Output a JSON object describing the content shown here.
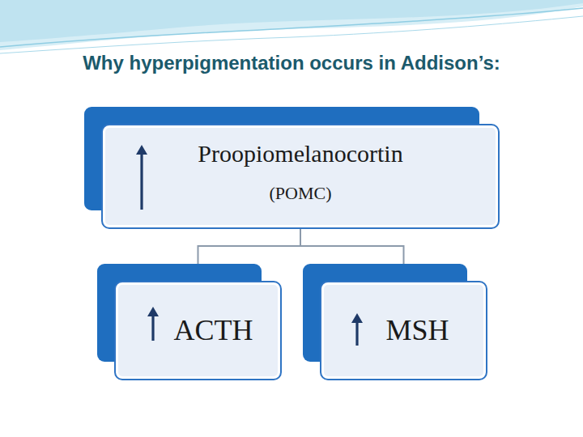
{
  "diagram": {
    "title": "Why hyperpigmentation occurs in Addison’s:",
    "nodes": [
      {
        "text": [
          "Proopiomelanocortin",
          "(POMC)"
        ]
      },
      {
        "text": [
          "ACTH"
        ]
      },
      {
        "text": [
          "MSH"
        ]
      }
    ],
    "edges": [
      {
        "from": 0,
        "to": 1,
        "arrow": "none"
      },
      {
        "from": 0,
        "to": 2,
        "arrow": "none"
      }
    ]
  }
}
